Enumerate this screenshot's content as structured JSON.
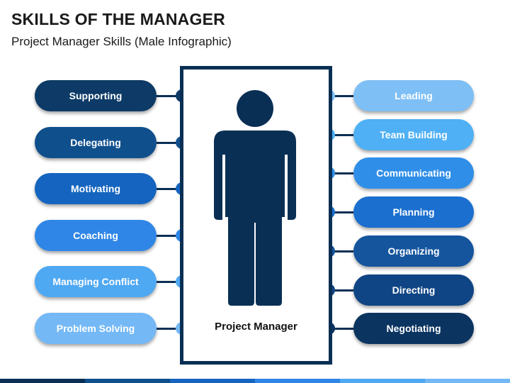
{
  "header": {
    "title": "SKILLS OF THE MANAGER",
    "subtitle": "Project Manager Skills (Male Infographic)"
  },
  "center": {
    "label": "Project Manager",
    "frame_color": "#0a2f55",
    "figure_color": "#0a2f55"
  },
  "left_skills": [
    {
      "label": "Supporting",
      "color": "#0d3a66",
      "dot_color": "#0d3a66"
    },
    {
      "label": "Delegating",
      "color": "#0f4f8c",
      "dot_color": "#0f4f8c"
    },
    {
      "label": "Motivating",
      "color": "#1565c0",
      "dot_color": "#1565c0"
    },
    {
      "label": "Coaching",
      "color": "#2f86e6",
      "dot_color": "#2f86e6"
    },
    {
      "label": "Managing Conflict",
      "color": "#4fa8f2",
      "dot_color": "#4fa8f2"
    },
    {
      "label": "Problem Solving",
      "color": "#74b8f5",
      "dot_color": "#74b8f5"
    }
  ],
  "right_skills": [
    {
      "label": "Leading",
      "color": "#7ebff6",
      "dot_color": "#7ebff6"
    },
    {
      "label": "Team Building",
      "color": "#4fb0f5",
      "dot_color": "#4fb0f5"
    },
    {
      "label": "Communicating",
      "color": "#2f8ee8",
      "dot_color": "#2f8ee8"
    },
    {
      "label": "Planning",
      "color": "#1a6fcf",
      "dot_color": "#1a6fcf"
    },
    {
      "label": "Organizing",
      "color": "#14559e",
      "dot_color": "#14559e"
    },
    {
      "label": "Directing",
      "color": "#104585",
      "dot_color": "#104585"
    },
    {
      "label": "Negotiating",
      "color": "#0b3460",
      "dot_color": "#0b3460"
    }
  ],
  "footer_colors": [
    "#0a2f55",
    "#0f4f8c",
    "#1565c0",
    "#2f86e6",
    "#4fa8f2",
    "#74b8f5"
  ]
}
